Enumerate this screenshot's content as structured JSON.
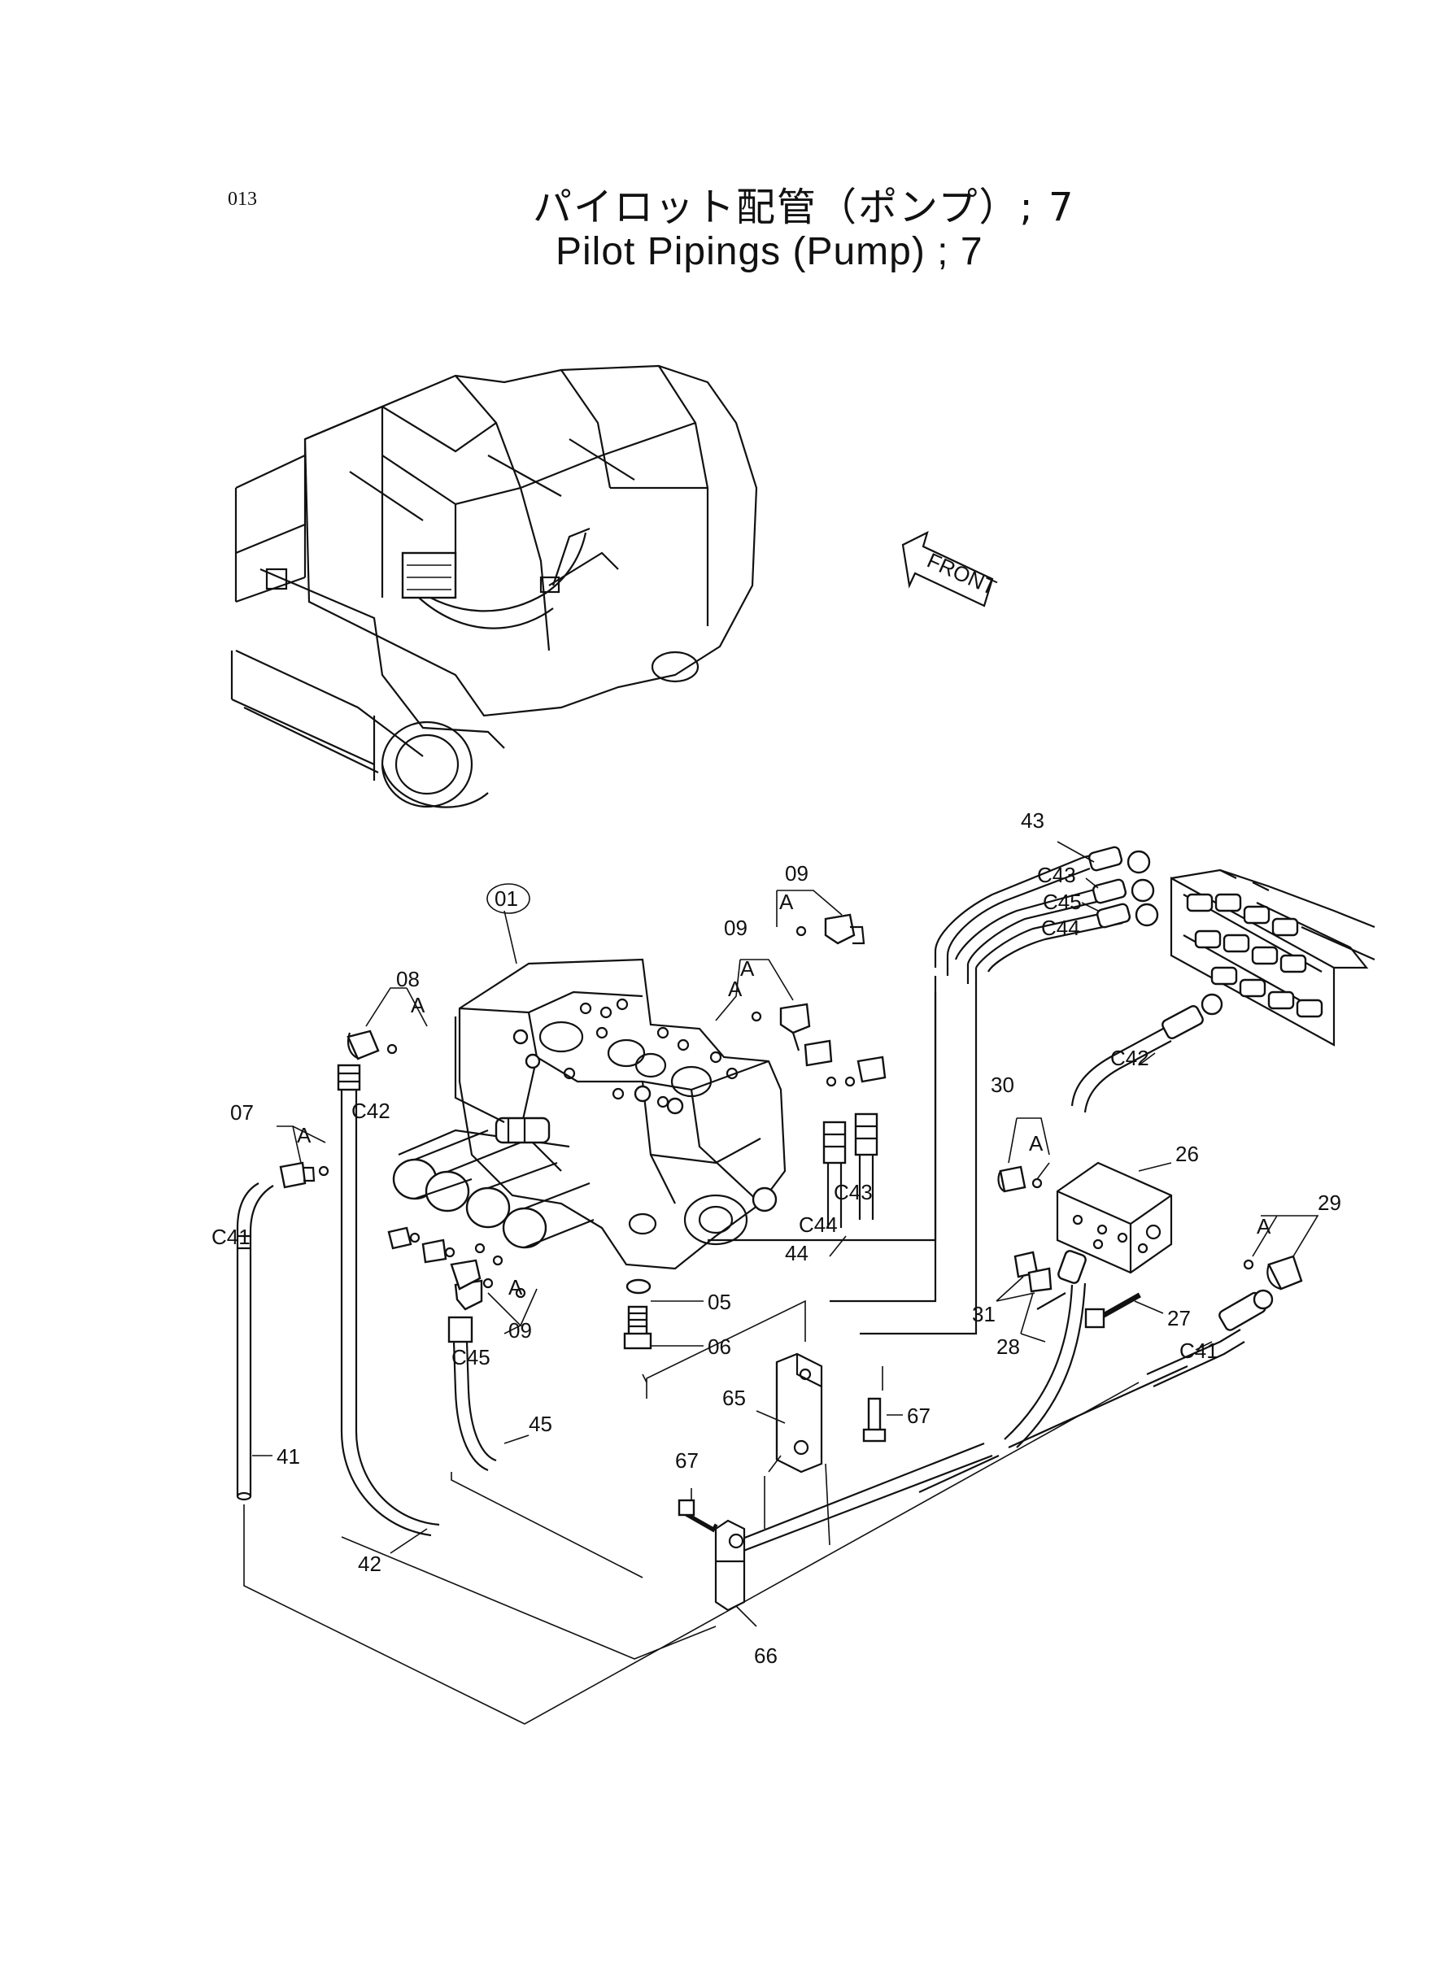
{
  "header": {
    "page_code": "013",
    "title_jp": "パイロット配管（ポンプ）; 7",
    "title_en": "Pilot Pipings (Pump) ; 7"
  },
  "orientation": {
    "front_label": "FRONT"
  },
  "callouts": {
    "p01": "01",
    "p05": "05",
    "p06": "06",
    "p07": "07",
    "p08": "08",
    "p09a": "09",
    "p09b": "09",
    "p09c": "09",
    "p26": "26",
    "p27": "27",
    "p28": "28",
    "p29": "29",
    "p30": "30",
    "p31": "31",
    "p41": "41",
    "p42": "42",
    "p43": "43",
    "p44": "44",
    "p45": "45",
    "p65": "65",
    "p66": "66",
    "p67a": "67",
    "p67b": "67"
  },
  "connection_marks": {
    "c41a": "C41",
    "c41b": "C41",
    "c42a": "C42",
    "c42b": "C42",
    "c43a": "C43",
    "c43b": "C43",
    "c44a": "C44",
    "c44b": "C44",
    "c45a": "C45",
    "c45b": "C45"
  },
  "detail_marks": {
    "a1": "A",
    "a2": "A",
    "a3": "A",
    "a4": "A",
    "a5": "A",
    "a6": "A",
    "a7": "A",
    "a8": "A"
  }
}
